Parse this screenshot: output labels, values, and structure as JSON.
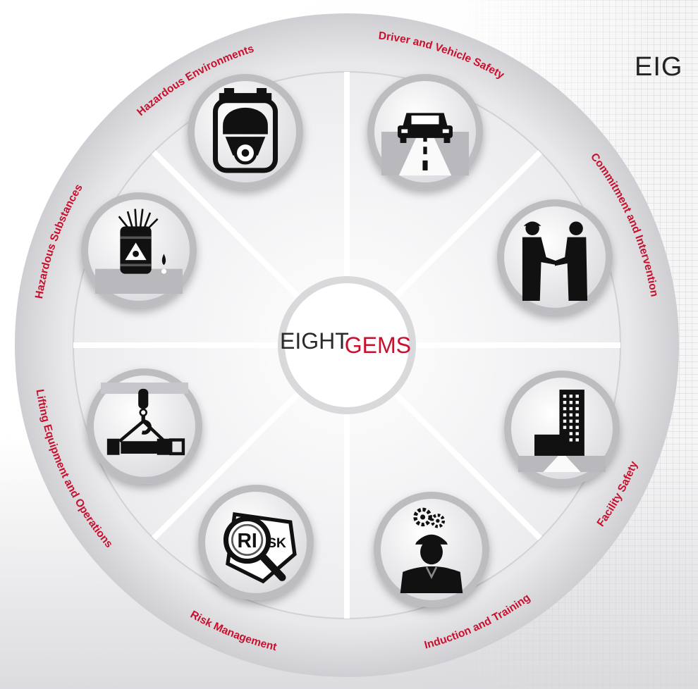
{
  "heading": "EIG",
  "center": {
    "word1": "EIGHT",
    "word2": "GEMS"
  },
  "colors": {
    "accent": "#c8102e",
    "icon": "#111111",
    "ring": "#d9d9dc"
  },
  "segments": [
    {
      "label": "Hazardous Environments",
      "icon": "gas-mask-icon"
    },
    {
      "label": "Driver and Vehicle Safety",
      "icon": "vehicle-road-icon"
    },
    {
      "label": "Commitment and Intervention",
      "icon": "handshake-icon"
    },
    {
      "label": "Facility Safety",
      "icon": "building-icon"
    },
    {
      "label": "Induction and Training",
      "icon": "worker-gears-icon"
    },
    {
      "label": "Risk Management",
      "icon": "risk-magnifier-icon"
    },
    {
      "label": "Lifting Equipment and Operations",
      "icon": "crane-hook-icon"
    },
    {
      "label": "Hazardous Substances",
      "icon": "hazard-barrel-icon"
    }
  ]
}
